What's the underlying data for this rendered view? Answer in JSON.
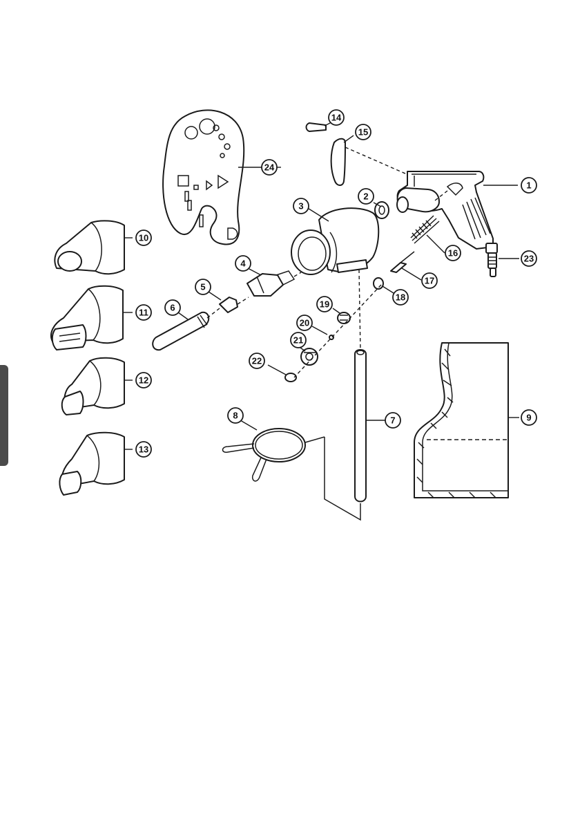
{
  "diagram": {
    "callouts": [
      {
        "id": "c1",
        "label": "1"
      },
      {
        "id": "c2",
        "label": "2"
      },
      {
        "id": "c3",
        "label": "3"
      },
      {
        "id": "c4",
        "label": "4"
      },
      {
        "id": "c5",
        "label": "5"
      },
      {
        "id": "c6",
        "label": "6"
      },
      {
        "id": "c7",
        "label": "7"
      },
      {
        "id": "c8",
        "label": "8"
      },
      {
        "id": "c9",
        "label": "9"
      },
      {
        "id": "c10",
        "label": "10"
      },
      {
        "id": "c11",
        "label": "11"
      },
      {
        "id": "c12",
        "label": "12"
      },
      {
        "id": "c13",
        "label": "13"
      },
      {
        "id": "c14",
        "label": "14"
      },
      {
        "id": "c15",
        "label": "15"
      },
      {
        "id": "c16",
        "label": "16"
      },
      {
        "id": "c17",
        "label": "17"
      },
      {
        "id": "c18",
        "label": "18"
      },
      {
        "id": "c19",
        "label": "19"
      },
      {
        "id": "c20",
        "label": "20"
      },
      {
        "id": "c21",
        "label": "21"
      },
      {
        "id": "c22",
        "label": "22"
      },
      {
        "id": "c23",
        "label": "23"
      },
      {
        "id": "c24",
        "label": "24"
      }
    ]
  },
  "colors": {
    "line": "#1a1a1a",
    "edge_tab": "#4a4a4a",
    "background": "#ffffff"
  }
}
